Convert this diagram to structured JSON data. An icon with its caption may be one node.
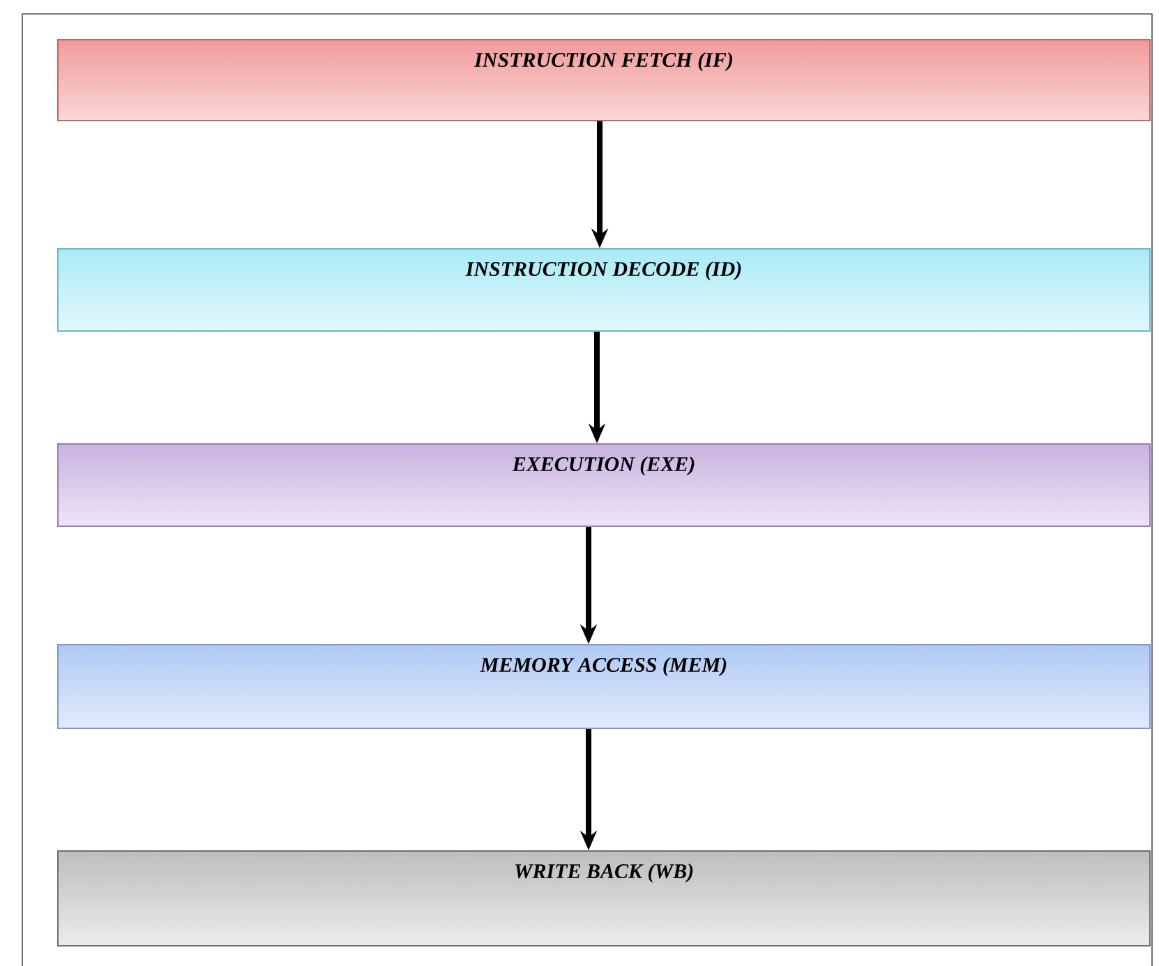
{
  "diagram": {
    "nodes": [
      {
        "text": [
          "INSTRUCTION FETCH (IF)"
        ]
      },
      {
        "text": [
          "INSTRUCTION DECODE (ID)"
        ]
      },
      {
        "text": [
          "EXECUTION (EXE)"
        ]
      },
      {
        "text": [
          "MEMORY ACCESS (MEM)"
        ]
      },
      {
        "text": [
          "WRITE BACK (WB)"
        ]
      }
    ],
    "edges": [
      {
        "from": 0,
        "to": 1,
        "arrow": "to"
      },
      {
        "from": 1,
        "to": 2,
        "arrow": "to"
      },
      {
        "from": 2,
        "to": 3,
        "arrow": "to"
      },
      {
        "from": 3,
        "to": 4,
        "arrow": "to"
      }
    ]
  }
}
